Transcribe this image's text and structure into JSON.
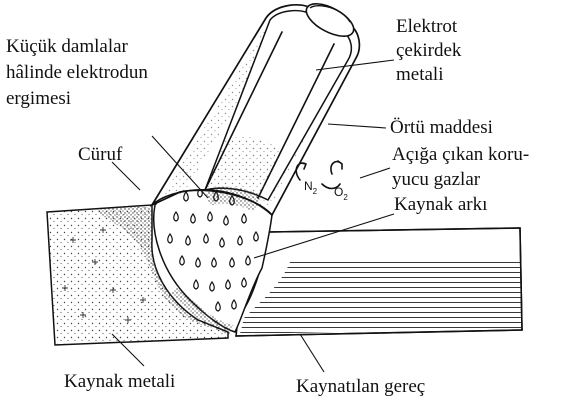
{
  "labels": {
    "electrode_core_metal": [
      "Elektrot",
      "çekirdek",
      "metali"
    ],
    "droplet_melting": [
      "Küçük damlalar",
      "hâlinde elektrodun",
      "ergimesi"
    ],
    "coating_material": "Örtü maddesi",
    "shielding_gases": [
      "Açığa çıkan koru-",
      "yucu gazlar"
    ],
    "slag": "Cüruf",
    "welding_arc": "Kaynak arkı",
    "weld_metal": "Kaynak metali",
    "workpiece": "Kaynatılan gereç"
  },
  "gases": {
    "nitrogen": "N",
    "nitrogen_sub": "2",
    "oxygen": "O",
    "oxygen_sub": "2"
  },
  "colors": {
    "ink": "#111111",
    "background": "#ffffff"
  }
}
